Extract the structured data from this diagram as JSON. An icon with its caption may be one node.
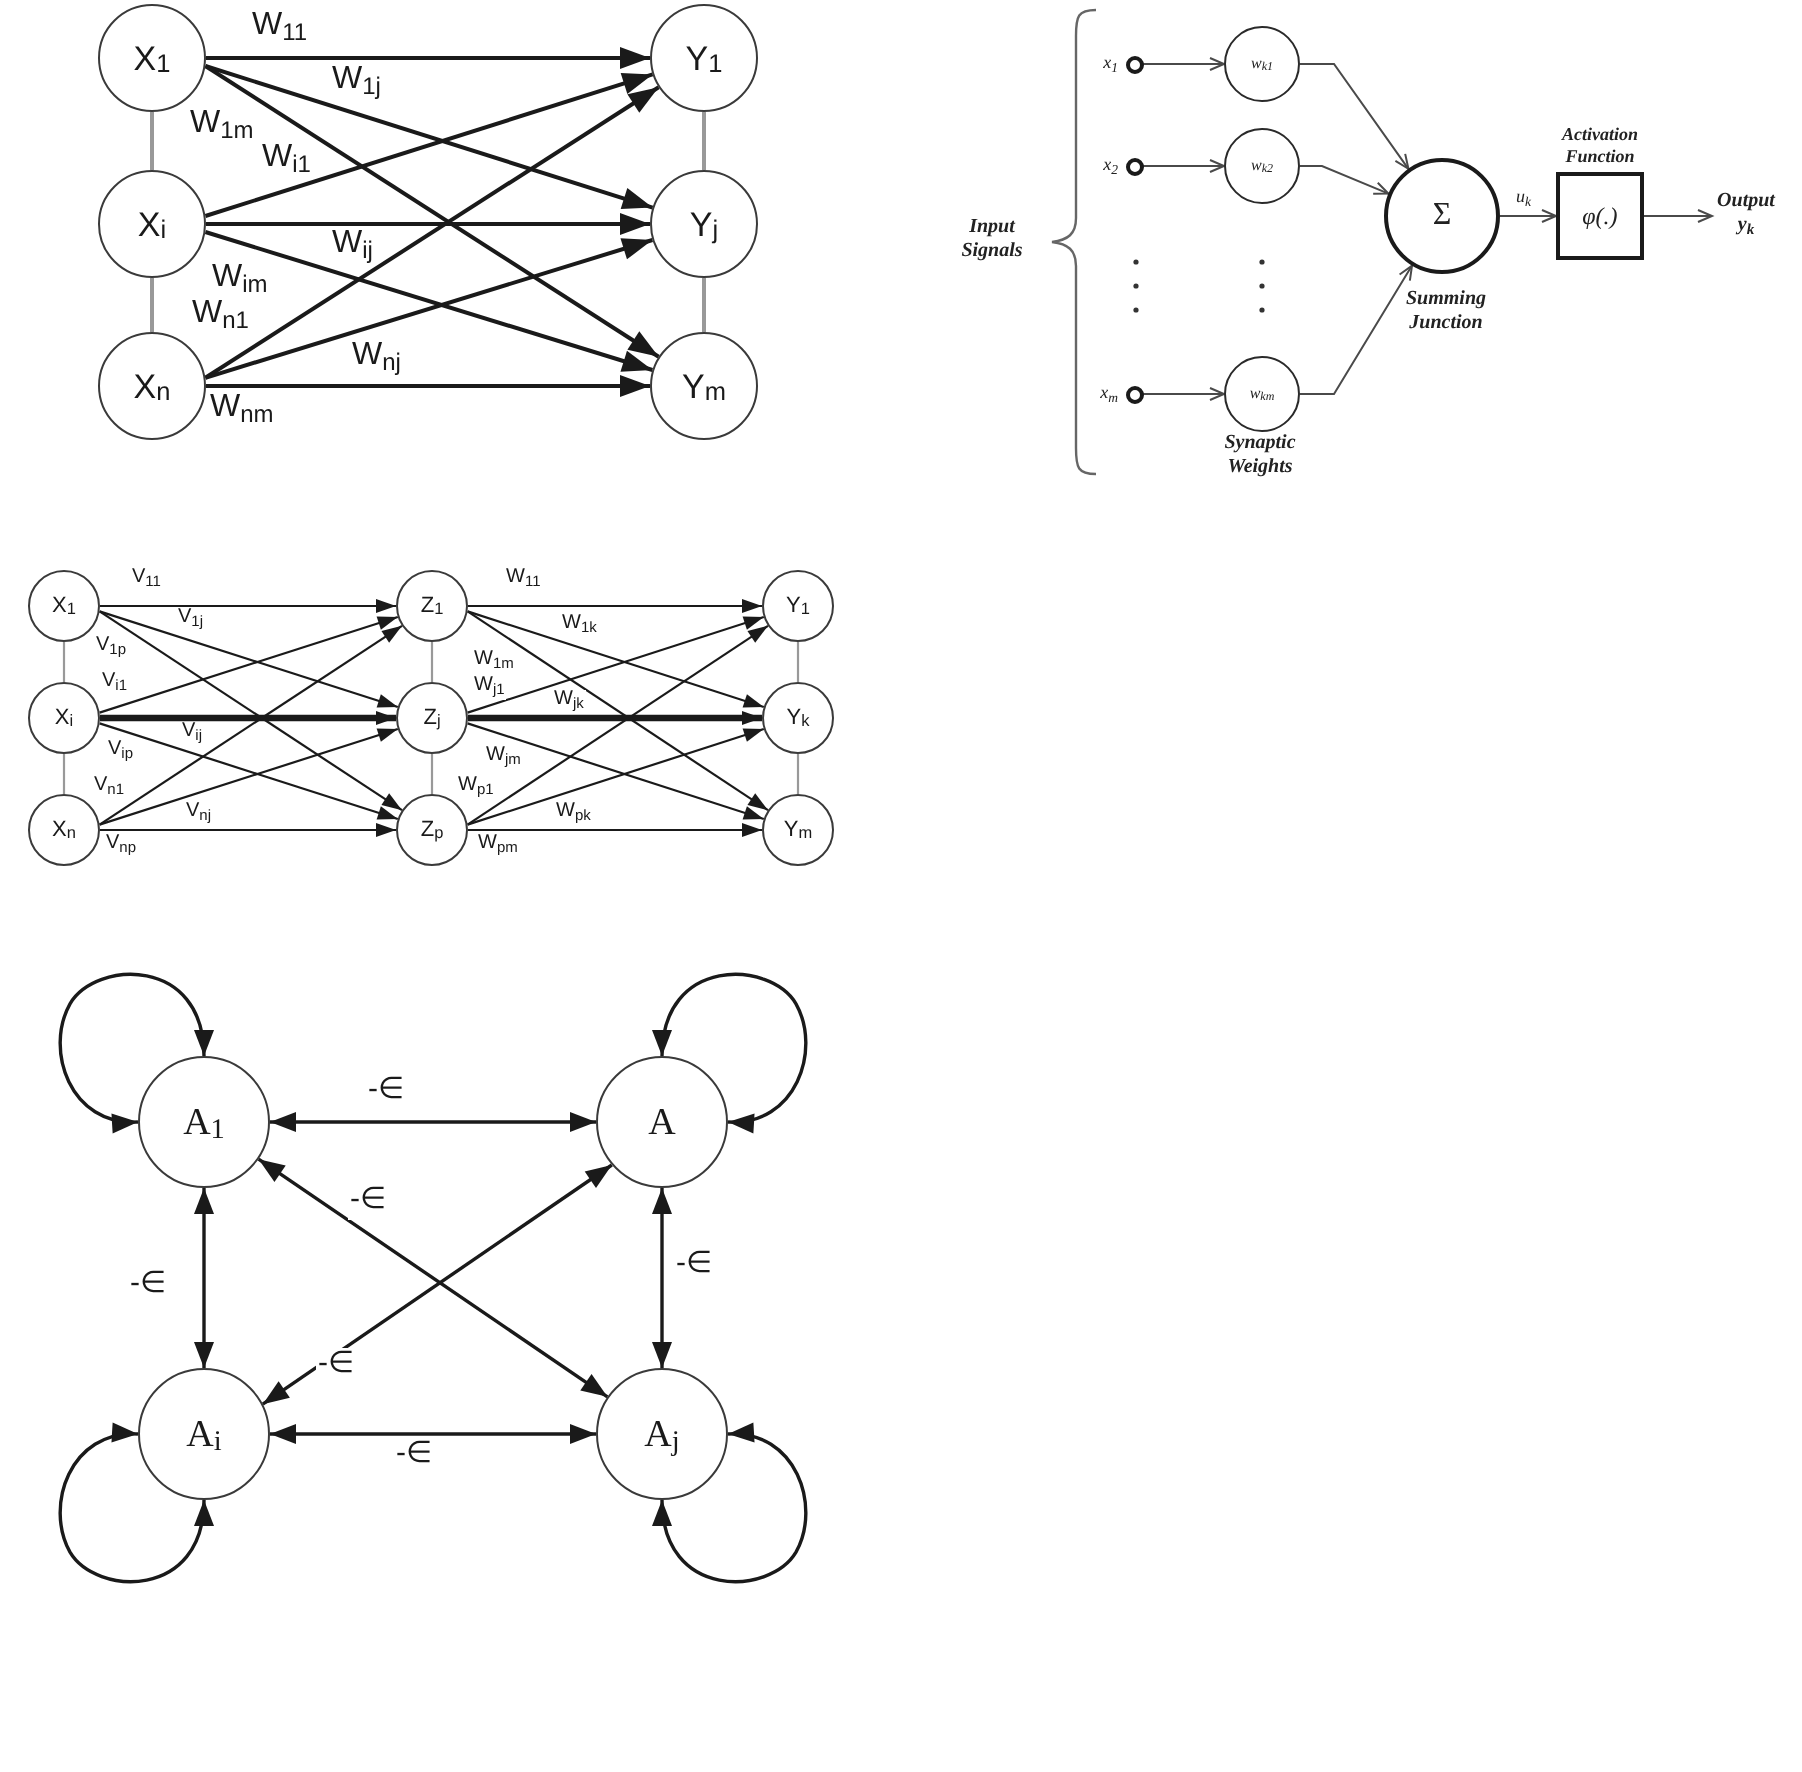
{
  "diagram": {
    "nodes": [
      {
        "text": [
          "X$_{1}$"
        ]
      },
      {
        "text": [
          "X$_{i}$"
        ]
      },
      {
        "text": [
          "X$_{n}$"
        ]
      },
      {
        "text": [
          "Y$_{1}$"
        ]
      },
      {
        "text": [
          "Y$_{j}$"
        ]
      },
      {
        "text": [
          "Y$_{m}$"
        ]
      },
      {
        "text": [],
        "shape": "circle",
        "beside": [
          "x$_{1}$"
        ]
      },
      {
        "text": [],
        "shape": "circle",
        "beside": [
          "x$_{2}$"
        ]
      },
      {
        "text": [],
        "shape": "circle",
        "beside": [
          "x$_{m}$"
        ]
      },
      {
        "text": [
          "w$_{k1}$"
        ]
      },
      {
        "text": [
          "w$_{k2}$"
        ]
      },
      {
        "text": [
          "w$_{km}$"
        ]
      },
      {
        "text": [
          "Σ"
        ],
        "beside": [
          "Summing Junction"
        ]
      },
      {
        "text": [
          "Activation Function",
          "φ(.)"
        ]
      },
      {
        "text": [
          "Output y$_{k}$"
        ]
      },
      {
        "text": [
          "X$_{1}$"
        ]
      },
      {
        "text": [
          "X$_{i}$"
        ]
      },
      {
        "text": [
          "X$_{n}$"
        ]
      },
      {
        "text": [
          "Z$_{1}$"
        ]
      },
      {
        "text": [
          "Z$_{j}$"
        ]
      },
      {
        "text": [
          "Z$_{p}$"
        ]
      },
      {
        "text": [
          "Y$_{1}$"
        ]
      },
      {
        "text": [
          "Y$_{k}$"
        ]
      },
      {
        "text": [
          "Y$_{m}$"
        ]
      },
      {
        "text": [
          "A$_{1}$"
        ]
      },
      {
        "text": [
          "A"
        ]
      },
      {
        "text": [
          "A$_{i}$"
        ]
      },
      {
        "text": [
          "A$_{j}$"
        ]
      }
    ],
    "edges": [
      {
        "from": 0,
        "to": 3,
        "arrow": "to",
        "label": "W$_{11}$"
      },
      {
        "from": 0,
        "to": 4,
        "arrow": "to",
        "label": "W$_{1j}$"
      },
      {
        "from": 0,
        "to": 5,
        "arrow": "to",
        "label": "W$_{1m}$"
      },
      {
        "from": 1,
        "to": 3,
        "arrow": "to",
        "label": "W$_{i1}$"
      },
      {
        "from": 1,
        "to": 4,
        "arrow": "to",
        "label": "W$_{ij}$"
      },
      {
        "from": 1,
        "to": 5,
        "arrow": "to",
        "label": "W$_{im}$"
      },
      {
        "from": 2,
        "to": 3,
        "arrow": "to",
        "label": "W$_{n1}$"
      },
      {
        "from": 2,
        "to": 4,
        "arrow": "to",
        "label": "W$_{nj}$"
      },
      {
        "from": 2,
        "to": 5,
        "arrow": "to",
        "label": "W$_{nm}$"
      },
      {
        "from": 0,
        "to": 1,
        "arrow": "none",
        "color": "#999999"
      },
      {
        "from": 1,
        "to": 2,
        "arrow": "none",
        "color": "#999999"
      },
      {
        "from": 3,
        "to": 4,
        "arrow": "none",
        "color": "#999999"
      },
      {
        "from": 4,
        "to": 5,
        "arrow": "none",
        "color": "#999999"
      },
      {
        "from": 6,
        "to": 9,
        "arrow": "to"
      },
      {
        "from": 7,
        "to": 10,
        "arrow": "to"
      },
      {
        "from": 8,
        "to": 11,
        "arrow": "to"
      },
      {
        "from": 9,
        "to": 12,
        "arrow": "to"
      },
      {
        "from": 10,
        "to": 12,
        "arrow": "to"
      },
      {
        "from": 11,
        "to": 12,
        "arrow": "to"
      },
      {
        "from": 12,
        "to": 13,
        "arrow": "to",
        "label": "u$_{k}$"
      },
      {
        "from": 13,
        "to": 14,
        "arrow": "to"
      },
      {
        "from": 15,
        "to": 18,
        "arrow": "to",
        "label": "V$_{11}$"
      },
      {
        "from": 15,
        "to": 19,
        "arrow": "to",
        "label": "V$_{1j}$"
      },
      {
        "from": 15,
        "to": 20,
        "arrow": "to",
        "label": "V$_{1p}$"
      },
      {
        "from": 16,
        "to": 18,
        "arrow": "to",
        "label": "V$_{i1}$"
      },
      {
        "from": 16,
        "to": 19,
        "arrow": "to",
        "label": "V$_{ij}$",
        "style": "thick"
      },
      {
        "from": 16,
        "to": 20,
        "arrow": "to",
        "label": "V$_{ip}$"
      },
      {
        "from": 17,
        "to": 18,
        "arrow": "to",
        "label": "V$_{n1}$"
      },
      {
        "from": 17,
        "to": 19,
        "arrow": "to",
        "label": "V$_{nj}$"
      },
      {
        "from": 17,
        "to": 20,
        "arrow": "to",
        "label": "V$_{np}$"
      },
      {
        "from": 18,
        "to": 21,
        "arrow": "to",
        "label": "W$_{11}$"
      },
      {
        "from": 18,
        "to": 22,
        "arrow": "to",
        "label": "W$_{1k}$"
      },
      {
        "from": 18,
        "to": 23,
        "arrow": "to",
        "label": "W$_{1m}$"
      },
      {
        "from": 19,
        "to": 21,
        "arrow": "to",
        "label": "W$_{j1}$"
      },
      {
        "from": 19,
        "to": 22,
        "arrow": "to",
        "label": "W$_{jk}$",
        "style": "thick"
      },
      {
        "from": 19,
        "to": 23,
        "arrow": "to",
        "label": "W$_{jm}$"
      },
      {
        "from": 20,
        "to": 21,
        "arrow": "to",
        "label": "W$_{p1}$"
      },
      {
        "from": 20,
        "to": 22,
        "arrow": "to",
        "label": "W$_{pk}$"
      },
      {
        "from": 20,
        "to": 23,
        "arrow": "to",
        "label": "W$_{pm}$"
      },
      {
        "from": 15,
        "to": 16,
        "arrow": "none",
        "color": "#999999"
      },
      {
        "from": 16,
        "to": 17,
        "arrow": "none",
        "color": "#999999"
      },
      {
        "from": 18,
        "to": 19,
        "arrow": "none",
        "color": "#999999"
      },
      {
        "from": 19,
        "to": 20,
        "arrow": "none",
        "color": "#999999"
      },
      {
        "from": 21,
        "to": 22,
        "arrow": "none",
        "color": "#999999"
      },
      {
        "from": 22,
        "to": 23,
        "arrow": "none",
        "color": "#999999"
      },
      {
        "from": 24,
        "to": 25,
        "arrow": "both",
        "label": "-∈"
      },
      {
        "from": 24,
        "to": 26,
        "arrow": "both",
        "label": "-∈"
      },
      {
        "from": 25,
        "to": 27,
        "arrow": "both",
        "label": "-∈"
      },
      {
        "from": 24,
        "to": 27,
        "arrow": "both",
        "label": "-∈"
      },
      {
        "from": 25,
        "to": 26,
        "arrow": "both",
        "label": "-∈"
      },
      {
        "from": 26,
        "to": 27,
        "arrow": "both",
        "label": "-∈"
      },
      {
        "from": 24,
        "to": 24,
        "arrow": "both"
      },
      {
        "from": 25,
        "to": 25,
        "arrow": "both"
      },
      {
        "from": 26,
        "to": 26,
        "arrow": "both"
      },
      {
        "from": 27,
        "to": 27,
        "arrow": "both"
      }
    ],
    "labels": [
      "Input Signals",
      "Synaptic Weights"
    ]
  }
}
